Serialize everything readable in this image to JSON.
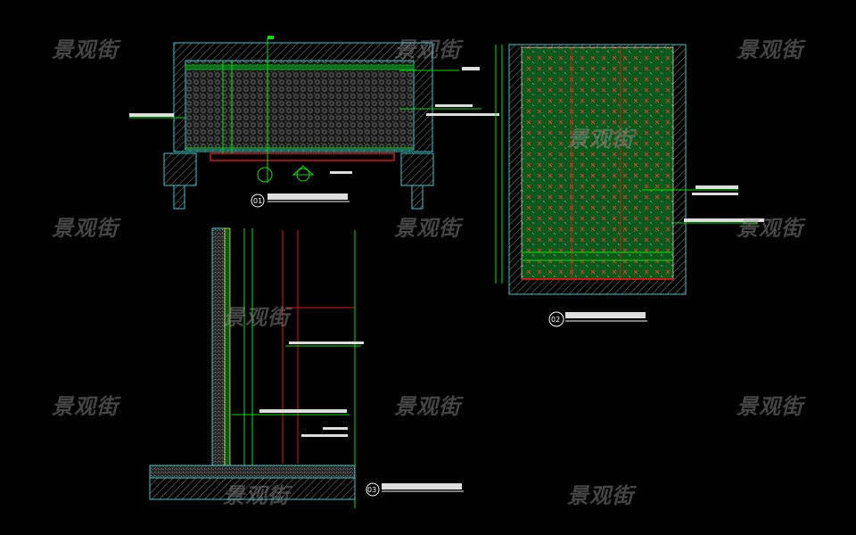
{
  "watermark": "景观街",
  "colors": {
    "background": "#000000",
    "concrete": "#3cc8c8",
    "green": "#00e000",
    "planting": "#0b5a1c",
    "red": "#d01818",
    "text": "#ffffff"
  },
  "details": [
    {
      "number": "01"
    },
    {
      "number": "02"
    },
    {
      "number": "03"
    }
  ]
}
